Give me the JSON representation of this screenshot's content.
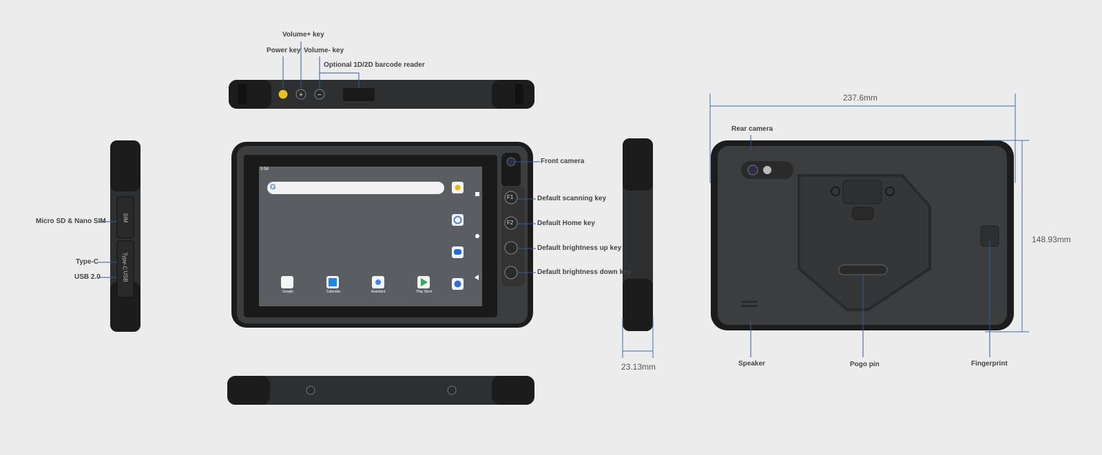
{
  "labels": {
    "volume_plus": "Volume+ key",
    "power": "Power key",
    "volume_minus": "Volume- key",
    "barcode": "Optional 1D/2D barcode reader",
    "micro_sd": "Micro SD & Nano SIM",
    "type_c": "Type-C",
    "usb": "USB 2.0",
    "front_camera": "Front camera",
    "f1_key": "Default scanning key",
    "f2_key": "Default Home key",
    "bright_up": "Default brightness up key",
    "bright_down": "Default brightness down key",
    "rear_camera": "Rear camera",
    "speaker": "Speaker",
    "pogo": "Pogo  pin",
    "fingerprint": "Fingerprint"
  },
  "dimensions": {
    "width": "237.6mm",
    "height": "148.93mm",
    "depth": "23.13mm"
  },
  "side_port_text": {
    "sim": "SIM",
    "type_c": "Type-C",
    "usb": "USB"
  },
  "keys": {
    "f1": "F1",
    "f2": "F2"
  },
  "screen": {
    "status_time": "5:58",
    "apps": [
      "Google",
      "Calendar",
      "Assistant",
      "Play Store"
    ]
  },
  "colors": {
    "body": "#3c3d3f",
    "bumper": "#1c1c1d",
    "screen_bg": "#5a5d62",
    "callout_line": "#2b5aa0",
    "power_key": "#e8c020"
  }
}
